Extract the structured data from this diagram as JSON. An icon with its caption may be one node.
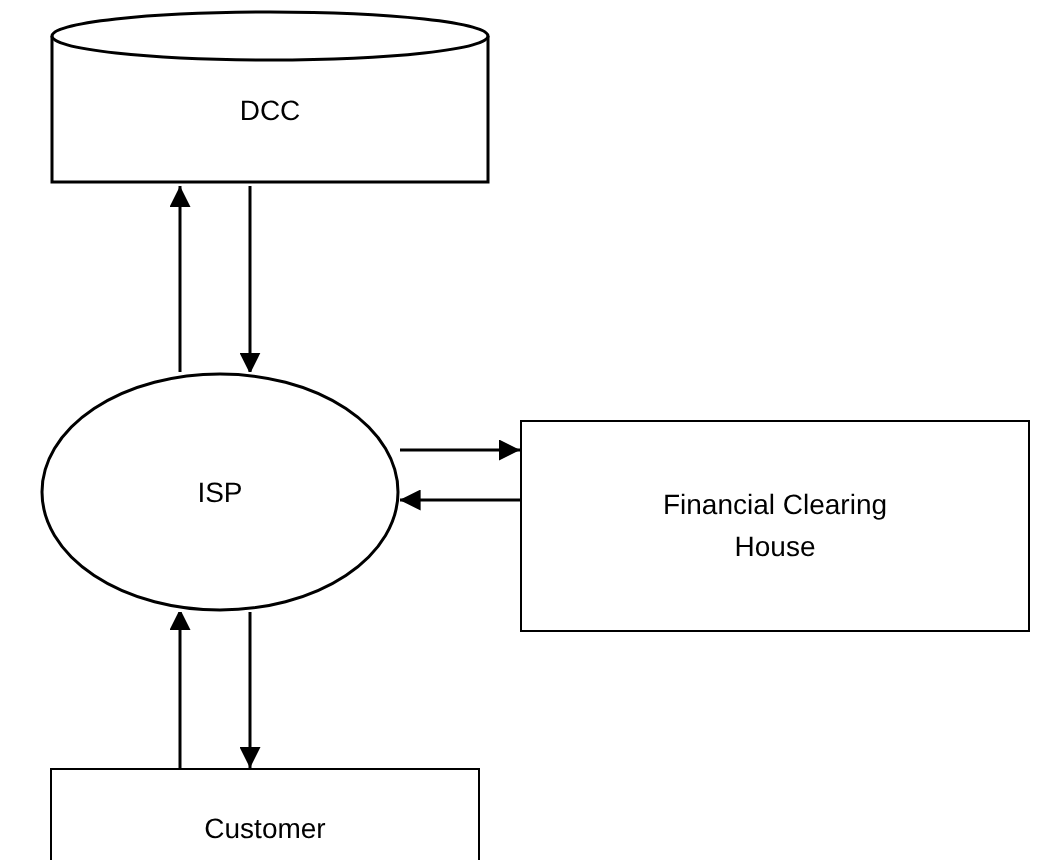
{
  "diagram": {
    "nodes": [
      {
        "text": [
          "DCC"
        ]
      },
      {
        "text": [
          "ISP"
        ]
      },
      {
        "text": [
          "Financial Clearing House"
        ]
      },
      {
        "text": [
          "Customer"
        ]
      }
    ],
    "edges": [
      {
        "from": 1,
        "to": 0,
        "arrow": "to"
      },
      {
        "from": 0,
        "to": 1,
        "arrow": "to"
      },
      {
        "from": 1,
        "to": 2,
        "arrow": "to"
      },
      {
        "from": 2,
        "to": 1,
        "arrow": "to"
      },
      {
        "from": 3,
        "to": 1,
        "arrow": "to"
      },
      {
        "from": 1,
        "to": 3,
        "arrow": "to"
      }
    ]
  }
}
